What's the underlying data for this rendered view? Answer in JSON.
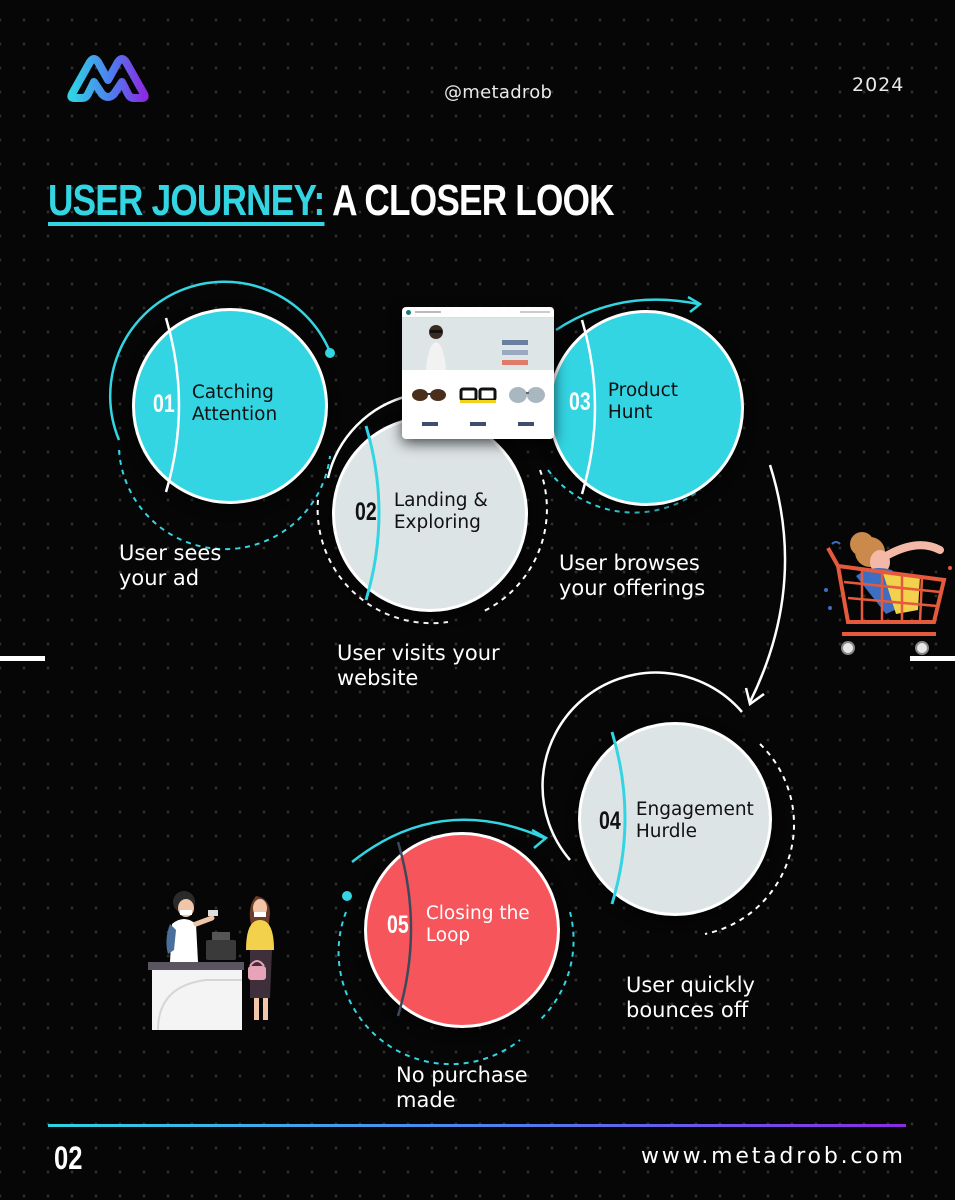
{
  "header": {
    "handle": "@metadrob",
    "year": "2024"
  },
  "title": {
    "accent": "User Journey:",
    "rest": "A Closer Look"
  },
  "steps": [
    {
      "number": "01",
      "label_line1": "Catching",
      "label_line2": "Attention",
      "desc_line1": "User sees",
      "desc_line2": "your ad"
    },
    {
      "number": "02",
      "label_line1": "Landing &",
      "label_line2": "Exploring",
      "desc_line1": "User visits your",
      "desc_line2": "website"
    },
    {
      "number": "03",
      "label_line1": "Product",
      "label_line2": "Hunt",
      "desc_line1": "User browses",
      "desc_line2": "your offerings"
    },
    {
      "number": "04",
      "label_line1": "Engagement",
      "label_line2": "Hurdle",
      "desc_line1": "User quickly",
      "desc_line2": "bounces off"
    },
    {
      "number": "05",
      "label_line1": "Closing the",
      "label_line2": "Loop",
      "desc_line1": "No purchase",
      "desc_line2": "made"
    }
  ],
  "footer": {
    "page_number": "02",
    "website": "www.metadrob.com"
  },
  "colors": {
    "accent_cyan": "#33d5e3",
    "circle_grey": "#dde4e6",
    "circle_red": "#f5555b",
    "background": "#060606",
    "gradient_start": "#2fd3e3",
    "gradient_end": "#8a2be2"
  },
  "icons": {
    "logo": "metadrob-m-logo-icon",
    "cart_illustration": "shopping-cart-person-icon",
    "shop_illustration": "shop-counter-people-icon"
  }
}
